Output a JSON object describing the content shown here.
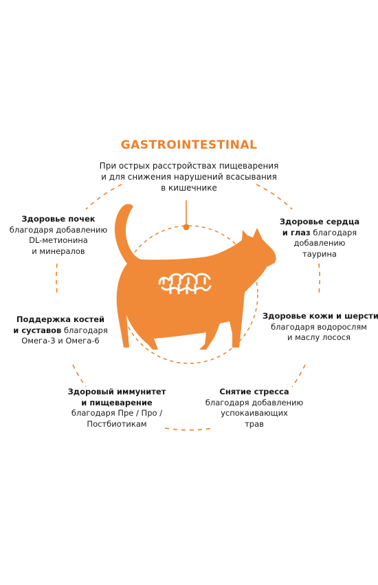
{
  "title": "GASTROINTESTINAL",
  "intro": {
    "lines": [
      "При острых расстройствах пищеварения",
      "и для снижения нарушений всасывания",
      "в кишечнике"
    ]
  },
  "benefits": {
    "kidney": {
      "title": "Здоровье почек",
      "lines": [
        "благодаря добавлению",
        "DL-метионина",
        "и минералов"
      ]
    },
    "heart": {
      "title_1": "Здоровье сердца",
      "title_2": "и глаз",
      "rest_2": " благодаря",
      "lines": [
        "добавлению",
        "таурина"
      ]
    },
    "bones": {
      "title_1": "Поддержка костей",
      "title_2": "и суставов",
      "rest_2": " благодаря",
      "lines": [
        "Омега-3 и Омега-6"
      ]
    },
    "skin": {
      "title": "Здоровье кожи и шерсти",
      "lines": [
        "благодаря водорослям",
        "и маслу лосося"
      ]
    },
    "immunity": {
      "title_1": "Здоровый иммунитет",
      "title_2": "и пищеварение",
      "lines": [
        "благодаря Пре / Про /",
        "Постбиотикам"
      ]
    },
    "stress": {
      "title": "Снятие стресса",
      "lines": [
        "благодаря добавлению",
        "успокаивающих",
        "трав"
      ]
    }
  },
  "colors": {
    "accent": "#f07f2a",
    "cat": "#f08a38",
    "text": "#1a1a1a"
  }
}
